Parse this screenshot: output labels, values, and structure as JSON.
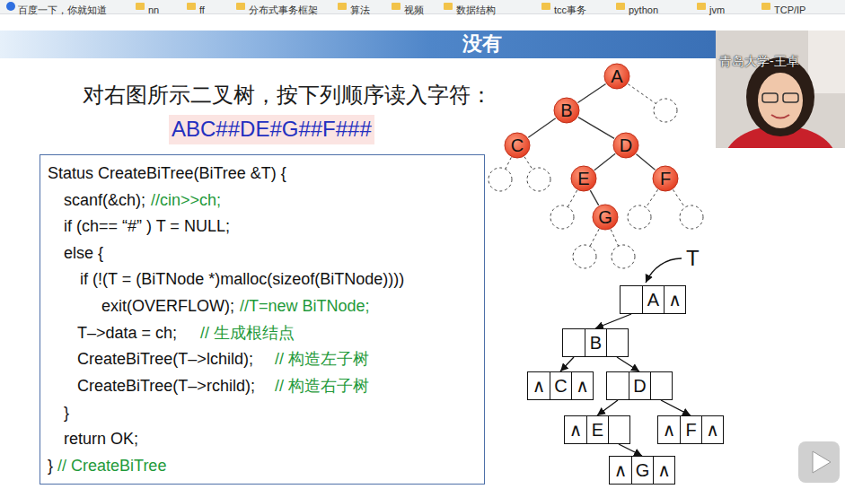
{
  "diagram": {
    "title": "没有",
    "nodes": [
      {
        "text": [
          "Status CreateBiTree(BiTree &T) {",
          "scanf(&ch);",
          "//cin>>ch;",
          "if (ch== “#” ) T = NULL;",
          "else {",
          "if (!(T = (BiTNode *)malloc(sizeof(BiTNode))))",
          "exit(OVERFLOW);",
          "//T=new BiTNode;",
          "T–>data = ch;",
          "// 生成根结点",
          "CreateBiTree(T–>lchild);",
          "// 构造左子树",
          "CreateBiTree(T–>rchild);",
          "// 构造右子树",
          "}",
          "return OK;",
          "}",
          "// CreateBiTree"
        ]
      },
      {
        "text": [
          "A"
        ]
      },
      {
        "text": [
          "B"
        ]
      },
      {
        "text": [
          "C"
        ]
      },
      {
        "text": [
          "D"
        ]
      },
      {
        "text": [
          "E"
        ]
      },
      {
        "text": [
          "F"
        ]
      },
      {
        "text": [
          "G"
        ]
      },
      {
        "text": [
          "A",
          "∧"
        ]
      },
      {
        "text": [
          "B"
        ]
      },
      {
        "text": [
          "∧",
          "C",
          "∧"
        ]
      },
      {
        "text": [
          "D"
        ]
      },
      {
        "text": [
          "∧",
          "E"
        ]
      },
      {
        "text": [
          "∧",
          "F",
          "∧"
        ]
      },
      {
        "text": [
          "∧",
          "G",
          "∧"
        ]
      }
    ],
    "edges": [
      {
        "from": 1,
        "to": 2,
        "arrow": "none"
      },
      {
        "from": 2,
        "to": 3,
        "arrow": "none"
      },
      {
        "from": 2,
        "to": 4,
        "arrow": "none"
      },
      {
        "from": 4,
        "to": 5,
        "arrow": "none"
      },
      {
        "from": 4,
        "to": 6,
        "arrow": "none"
      },
      {
        "from": 5,
        "to": 7,
        "arrow": "none"
      },
      {
        "from": 8,
        "to": 9,
        "arrow": "to"
      },
      {
        "from": 9,
        "to": 10,
        "arrow": "to"
      },
      {
        "from": 9,
        "to": 11,
        "arrow": "to"
      },
      {
        "from": 11,
        "to": 12,
        "arrow": "to"
      },
      {
        "from": 11,
        "to": 13,
        "arrow": "to"
      },
      {
        "from": 12,
        "to": 14,
        "arrow": "to"
      }
    ],
    "labels": [
      "百度一下，你就知道",
      "nn",
      "ff",
      "分布式事务框架",
      "算法",
      "视频",
      "数据结构",
      "tcc事务",
      "python",
      "jvm",
      "TCP/IP",
      "对右图所示二叉树，按下列顺序读入字符：",
      "ABC##DE#G##F###",
      "T",
      "青岛大学-王卓"
    ]
  }
}
